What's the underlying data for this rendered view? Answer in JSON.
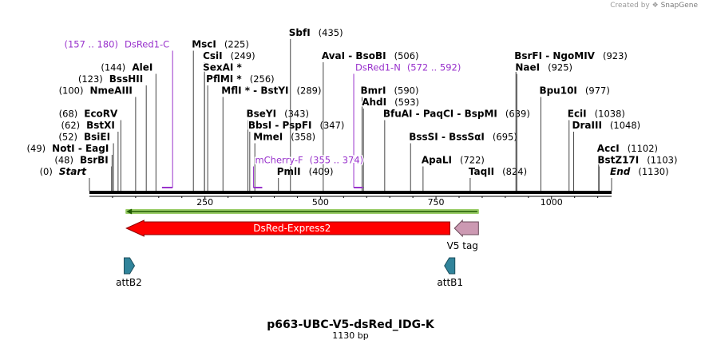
{
  "credit": {
    "prefix": "Created by",
    "brand": "SnapGene"
  },
  "plasmid": {
    "name": "p663-UBC-V5-dsRed_IDG-K",
    "length_label": "1130 bp",
    "length": 1130
  },
  "ruler": {
    "ticks": [
      250,
      500,
      750,
      1000
    ]
  },
  "sites": [
    {
      "text": "Start",
      "pos": 0,
      "pos_text": "(0)",
      "row": 0,
      "side": "left",
      "style": "bold-italic"
    },
    {
      "text": "BsrBI",
      "pos": 48,
      "pos_text": "(48)",
      "row": 1,
      "side": "left"
    },
    {
      "text": "NotI  -  EagI",
      "pos": 49,
      "pos_text": "(49)",
      "row": 2,
      "side": "left"
    },
    {
      "text": "BsiEI",
      "pos": 52,
      "pos_text": "(52)",
      "row": 3,
      "side": "left"
    },
    {
      "text": "BstXI",
      "pos": 62,
      "pos_text": "(62)",
      "row": 4,
      "side": "left"
    },
    {
      "text": "EcoRV",
      "pos": 68,
      "pos_text": "(68)",
      "row": 5,
      "side": "left"
    },
    {
      "text": "NmeAIII",
      "pos": 100,
      "pos_text": "(100)",
      "row": 7,
      "side": "left"
    },
    {
      "text": "BssHII",
      "pos": 123,
      "pos_text": "(123)",
      "row": 8,
      "side": "left"
    },
    {
      "text": "AleI",
      "pos": 144,
      "pos_text": "(144)",
      "row": 9,
      "side": "left"
    },
    {
      "text": "MscI",
      "pos": 225,
      "pos_text": "(225)",
      "row": 11,
      "side": "right"
    },
    {
      "text": "CsiI",
      "pos": 249,
      "pos_text": "(249)",
      "row": 10,
      "side": "right"
    },
    {
      "text": "SexAI *",
      "pos": 249,
      "pos_text": "",
      "row": 9,
      "side": "right"
    },
    {
      "text": "PflMI *",
      "pos": 256,
      "pos_text": "(256)",
      "row": 8,
      "side": "right"
    },
    {
      "text": "MflI *  -  BstYI",
      "pos": 289,
      "pos_text": "(289)",
      "row": 7,
      "side": "right"
    },
    {
      "text": "BseYI",
      "pos": 343,
      "pos_text": "(343)",
      "row": 5,
      "side": "right"
    },
    {
      "text": "BbsI  -  PspFI",
      "pos": 347,
      "pos_text": "(347)",
      "row": 4,
      "side": "right"
    },
    {
      "text": "MmeI",
      "pos": 358,
      "pos_text": "(358)",
      "row": 3,
      "side": "right"
    },
    {
      "text": "PmlI",
      "pos": 409,
      "pos_text": "(409)",
      "row": 0,
      "side": "right"
    },
    {
      "text": "SbfI",
      "pos": 435,
      "pos_text": "(435)",
      "row": 12,
      "side": "right"
    },
    {
      "text": "AvaI  -  BsoBI",
      "pos": 506,
      "pos_text": "(506)",
      "row": 10,
      "side": "right"
    },
    {
      "text": "BmrI",
      "pos": 590,
      "pos_text": "(590)",
      "row": 7,
      "side": "right"
    },
    {
      "text": "AhdI",
      "pos": 593,
      "pos_text": "(593)",
      "row": 6,
      "side": "right"
    },
    {
      "text": "BfuAI  -  PaqCI  -  BspMI",
      "pos": 639,
      "pos_text": "(639)",
      "row": 5,
      "side": "right"
    },
    {
      "text": "BssSI  -  BssSαI",
      "pos": 695,
      "pos_text": "(695)",
      "row": 3,
      "side": "right"
    },
    {
      "text": "ApaLI",
      "pos": 722,
      "pos_text": "(722)",
      "row": 1,
      "side": "right"
    },
    {
      "text": "TaqII",
      "pos": 824,
      "pos_text": "(824)",
      "row": 0,
      "side": "right"
    },
    {
      "text": "BsrFI  -  NgoMIV",
      "pos": 923,
      "pos_text": "(923)",
      "row": 10,
      "side": "right"
    },
    {
      "text": "NaeI",
      "pos": 925,
      "pos_text": "(925)",
      "row": 9,
      "side": "right"
    },
    {
      "text": "Bpu10I",
      "pos": 977,
      "pos_text": "(977)",
      "row": 7,
      "side": "right"
    },
    {
      "text": "EciI",
      "pos": 1038,
      "pos_text": "(1038)",
      "row": 5,
      "side": "right"
    },
    {
      "text": "DraIII",
      "pos": 1048,
      "pos_text": "(1048)",
      "row": 4,
      "side": "right"
    },
    {
      "text": "AccI",
      "pos": 1102,
      "pos_text": "(1102)",
      "row": 2,
      "side": "right"
    },
    {
      "text": "BstZ17I",
      "pos": 1103,
      "pos_text": "(1103)",
      "row": 1,
      "side": "right"
    },
    {
      "text": "End",
      "pos": 1130,
      "pos_text": "(1130)",
      "row": 0,
      "side": "right",
      "style": "bold-italic"
    }
  ],
  "primers": [
    {
      "name": "DsRed1-C",
      "range": "(157 .. 180)",
      "start": 157,
      "end": 180,
      "row": 11,
      "side": "left",
      "strand": "reverse"
    },
    {
      "name": "DsRed1-N",
      "range": "(572 .. 592)",
      "start": 572,
      "end": 592,
      "row": 9,
      "side": "right",
      "strand": "forward"
    },
    {
      "name": "mCherry-F",
      "range": "(355 .. 374)",
      "start": 355,
      "end": 374,
      "row": 1,
      "side": "right",
      "strand": "forward"
    }
  ],
  "features": [
    {
      "name": "DsRed-Express2",
      "start": 80,
      "end": 780,
      "strand": "reverse",
      "color": "#ff0000",
      "label_inside": true
    },
    {
      "name": "V5 tag",
      "start": 790,
      "end": 842,
      "strand": "reverse",
      "color": "#cc99b2",
      "label_inside": false
    },
    {
      "name": "attB2",
      "start": 79,
      "end": 92,
      "strand": "forward",
      "color": "#31849b",
      "label_inside": false
    },
    {
      "name": "attB1",
      "start": 774,
      "end": 787,
      "strand": "reverse",
      "color": "#31849b",
      "label_inside": false
    }
  ],
  "orf": {
    "start": 78,
    "end": 843,
    "strand": "reverse",
    "color": "#99cc66"
  },
  "colors": {
    "backbone": "#000000",
    "primer": "#9933cc",
    "site_line": "#444444"
  }
}
